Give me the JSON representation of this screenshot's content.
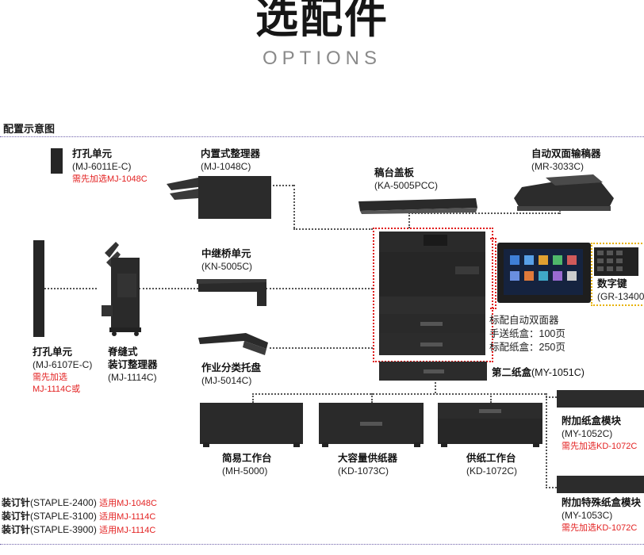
{
  "header": {
    "title": "选配件",
    "subtitle": "OPTIONS"
  },
  "section_title": "配置示意图",
  "components": {
    "punch_top": {
      "name": "打孔单元",
      "code": "(MJ-6011E-C)",
      "note": "需先加选MJ-1048C"
    },
    "inner_finisher": {
      "name": "内置式整理器",
      "code": "(MJ-1048C)"
    },
    "platen_cover": {
      "name": "稿台盖板",
      "code": "(KA-5005PCC)"
    },
    "dadf": {
      "name": "自动双面输稿器",
      "code": "(MR-3033C)"
    },
    "bridge": {
      "name": "中继桥单元",
      "code": "(KN-5005C)"
    },
    "job_tray": {
      "name": "作业分类托盘",
      "code": "(MJ-5014C)"
    },
    "punch_left": {
      "name": "打孔单元",
      "code": "(MJ-6107E-C)",
      "note1": "需先加选",
      "note2": "MJ-1114C或"
    },
    "saddle_finisher": {
      "name1": "脊缝式",
      "name2": "装订整理器",
      "code": "(MJ-1114C)"
    },
    "keypad": {
      "name": "数字键",
      "code": "(GR-13400"
    },
    "standard": {
      "line1": "标配自动双面器",
      "line2": "手送纸盒：100页",
      "line3": "标配纸盒：250页"
    },
    "second_tray": {
      "name": "第二纸盒",
      "code": "(MY-1051C)"
    },
    "simple_stand": {
      "name": "简易工作台",
      "code": "(MH-5000)"
    },
    "lcf": {
      "name": "大容量供纸器",
      "code": "(KD-1073C)"
    },
    "feed_stand": {
      "name": "供纸工作台",
      "code": "(KD-1072C)"
    },
    "add_tray": {
      "name": "附加纸盒模块",
      "code": "(MY-1052C)",
      "note": "需先加选KD-1072C"
    },
    "add_special": {
      "name": "附加特殊纸盒模块",
      "code": "(MY-1053C)",
      "note": "需先加选KD-1072C"
    }
  },
  "staples": [
    {
      "label": "装订针",
      "code": "(STAPLE-2400)",
      "note": "适用MJ-1048C"
    },
    {
      "label": "装订针",
      "code": "(STAPLE-3100)",
      "note": "适用MJ-1114C"
    },
    {
      "label": "装订针",
      "code": "(STAPLE-3900)",
      "note": "适用MJ-1114C"
    }
  ],
  "colors": {
    "accent_line": "#6c5ea8",
    "note_red": "#e32222",
    "highlight_red": "#e01b1b",
    "highlight_yellow": "#e8b200",
    "device": "#2b2b2b"
  }
}
